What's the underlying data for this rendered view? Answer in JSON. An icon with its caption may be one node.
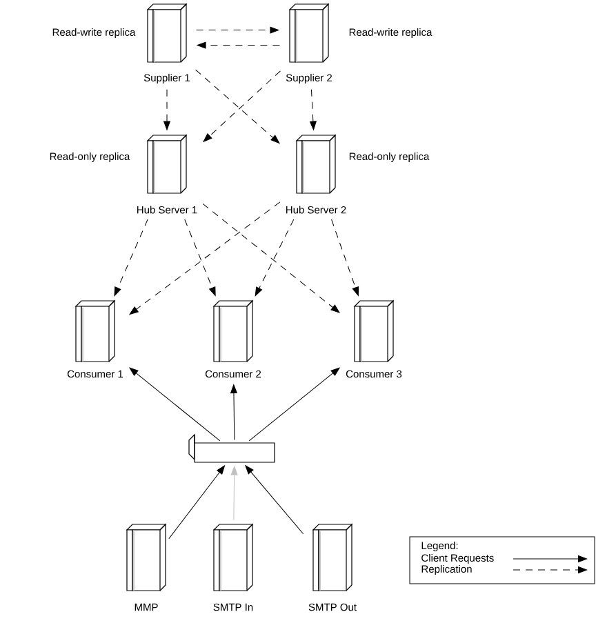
{
  "diagram": {
    "nodes": [
      {
        "text": [
          "Supplier 1"
        ],
        "beside": [
          "Read-write replica"
        ]
      },
      {
        "text": [
          "Supplier 2"
        ],
        "beside": [
          "Read-write replica"
        ]
      },
      {
        "text": [
          "Hub Server 1"
        ],
        "beside": [
          "Read-only replica"
        ]
      },
      {
        "text": [
          "Hub Server 2"
        ],
        "beside": [
          "Read-only replica"
        ]
      },
      {
        "text": [
          "Consumer 1"
        ]
      },
      {
        "text": [
          "Consumer 2"
        ]
      },
      {
        "text": [
          "Consumer 3"
        ]
      },
      {
        "text": [],
        "shape": "box"
      },
      {
        "text": [
          "MMP"
        ]
      },
      {
        "text": [
          "SMTP In"
        ]
      },
      {
        "text": [
          "SMTP Out"
        ]
      }
    ],
    "edges": [
      {
        "from": 0,
        "to": 1,
        "arrow": "to",
        "style": "dashed"
      },
      {
        "from": 1,
        "to": 0,
        "arrow": "to",
        "style": "dashed"
      },
      {
        "from": 0,
        "to": 2,
        "arrow": "to",
        "style": "dashed"
      },
      {
        "from": 0,
        "to": 3,
        "arrow": "to",
        "style": "dashed"
      },
      {
        "from": 1,
        "to": 2,
        "arrow": "to",
        "style": "dashed"
      },
      {
        "from": 1,
        "to": 3,
        "arrow": "to",
        "style": "dashed"
      },
      {
        "from": 2,
        "to": 4,
        "arrow": "to",
        "style": "dashed"
      },
      {
        "from": 2,
        "to": 5,
        "arrow": "to",
        "style": "dashed"
      },
      {
        "from": 2,
        "to": 6,
        "arrow": "to",
        "style": "dashed"
      },
      {
        "from": 3,
        "to": 4,
        "arrow": "to",
        "style": "dashed"
      },
      {
        "from": 3,
        "to": 5,
        "arrow": "to",
        "style": "dashed"
      },
      {
        "from": 3,
        "to": 6,
        "arrow": "to",
        "style": "dashed"
      },
      {
        "from": 7,
        "to": 4,
        "arrow": "to"
      },
      {
        "from": 7,
        "to": 5,
        "arrow": "to"
      },
      {
        "from": 7,
        "to": 6,
        "arrow": "to"
      },
      {
        "from": 8,
        "to": 7,
        "arrow": "to"
      },
      {
        "from": 9,
        "to": 7,
        "arrow": "to",
        "color": "#c0c0c0"
      },
      {
        "from": 10,
        "to": 7,
        "arrow": "to"
      }
    ],
    "labels": [
      "Legend:"
    ],
    "legend": [
      {
        "text": "Client Requests"
      },
      {
        "text": "Replication"
      }
    ]
  }
}
